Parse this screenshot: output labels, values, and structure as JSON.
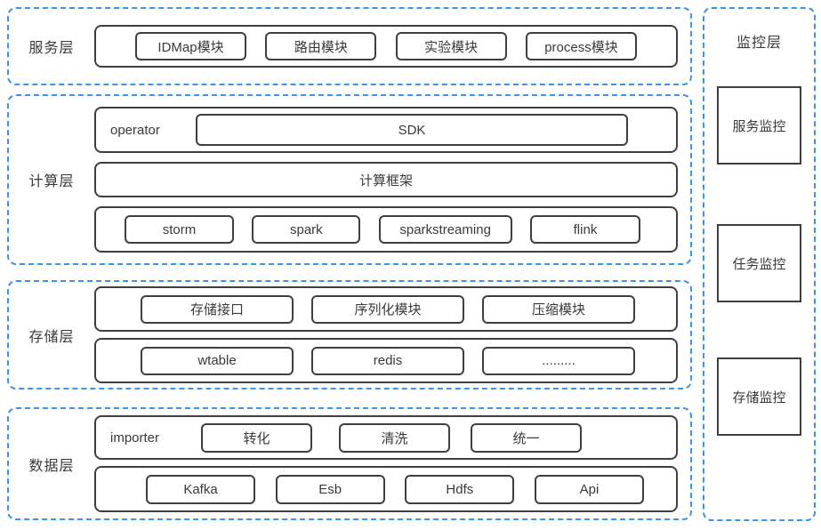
{
  "diagram": {
    "layers": {
      "service": {
        "label": "服务层",
        "modules": [
          "IDMap模块",
          "路由模块",
          "实验模块",
          "process模块"
        ]
      },
      "compute": {
        "label": "计算层",
        "operator": "operator",
        "sdk": "SDK",
        "framework": "计算框架",
        "engines": [
          "storm",
          "spark",
          "sparkstreaming",
          "flink"
        ]
      },
      "storage": {
        "label": "存储层",
        "interfaces": [
          "存储接口",
          "序列化模块",
          "压缩模块"
        ],
        "stores": [
          "wtable",
          "redis",
          "........."
        ]
      },
      "data": {
        "label": "数据层",
        "importer": "importer",
        "steps": [
          "转化",
          "清洗",
          "统一"
        ],
        "sources": [
          "Kafka",
          "Esb",
          "Hdfs",
          "Api"
        ]
      }
    },
    "monitoring": {
      "label": "监控层",
      "items": [
        "服务监控",
        "任务监控",
        "存储监控"
      ]
    },
    "colors": {
      "dashed_border": "#3793f5",
      "box_border": "#3f3f3f",
      "text": "#3a3a3a",
      "background": "#ffffff"
    }
  }
}
